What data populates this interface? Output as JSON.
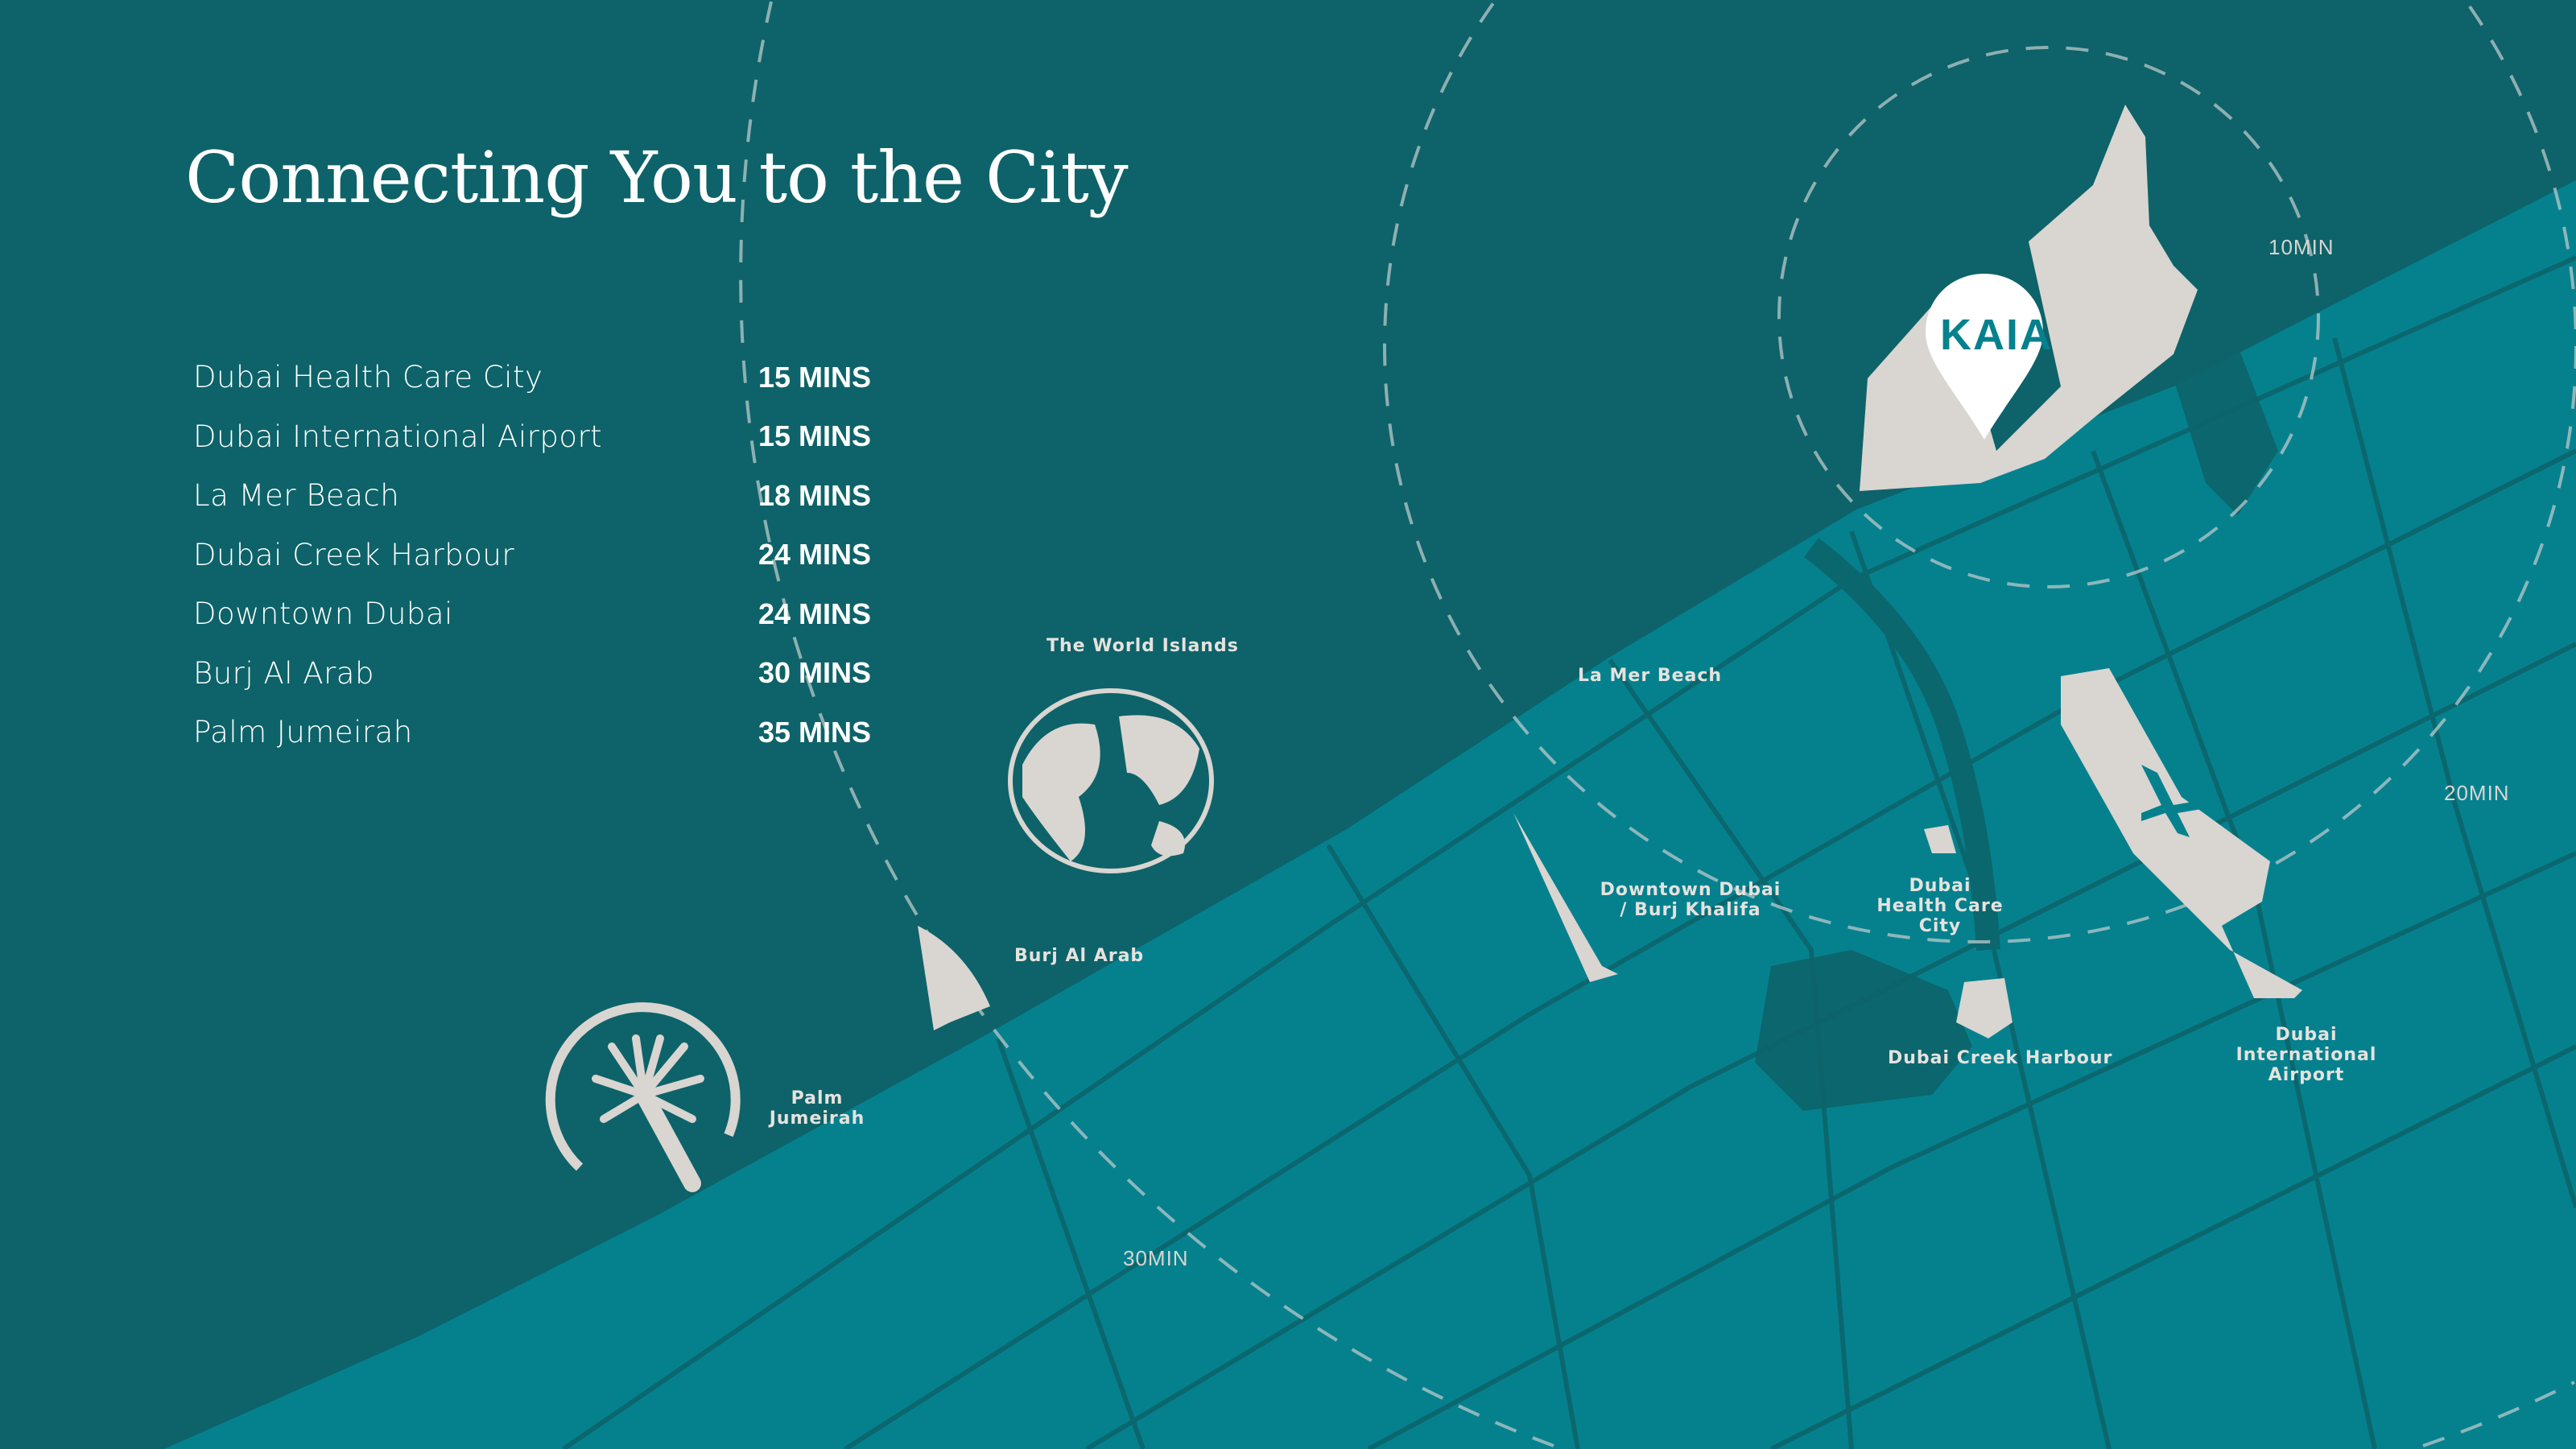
{
  "title": "Connecting You to the City",
  "destinations": [
    {
      "name": "Dubai Health Care City",
      "time": "15 MINS"
    },
    {
      "name": "Dubai International Airport",
      "time": "15 MINS"
    },
    {
      "name": "La Mer Beach",
      "time": "18 MINS"
    },
    {
      "name": "Dubai Creek Harbour",
      "time": "24 MINS"
    },
    {
      "name": "Downtown Dubai",
      "time": "24 MINS"
    },
    {
      "name": "Burj Al Arab",
      "time": "30 MINS"
    },
    {
      "name": "Palm Jumeirah",
      "time": "35 MINS"
    }
  ],
  "map_labels": {
    "world_islands": "The World Islands",
    "la_mer": "La Mer Beach",
    "downtown": "Downtown Dubai / Burj Khalifa",
    "dhcc": "Dubai Health Care City",
    "creek": "Dubai Creek Harbour",
    "airport": "Dubai International Airport",
    "burj_al_arab": "Burj Al Arab",
    "palm": "Palm Jumeirah"
  },
  "rings": {
    "r10": "10MIN",
    "r20": "20MIN",
    "r30": "30MIN"
  },
  "logo": "KAIA",
  "colors": {
    "sea": "#0D6369",
    "land": "#05818E",
    "landmark": "#D9D5D1",
    "text": "#FFFFFF"
  }
}
